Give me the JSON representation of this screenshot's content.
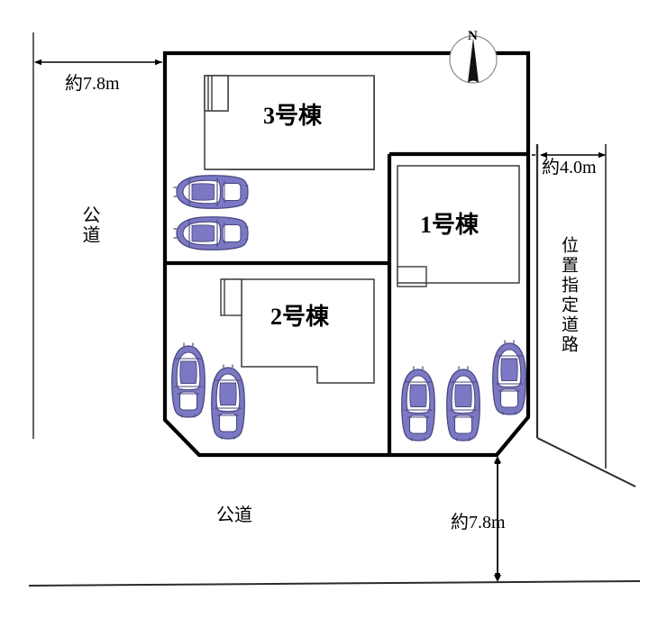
{
  "diagram": {
    "type": "site-plan",
    "title_present": false,
    "colors": {
      "car_body": "#7b78c4",
      "car_body_light": "#8e8bd0",
      "car_outline": "#4a4880",
      "boundary": "#000000",
      "building_outline": "#333333",
      "background": "#ffffff"
    }
  },
  "compass": {
    "label": "N",
    "name": "north-arrow"
  },
  "dimensions": {
    "left_width": "約7.8m",
    "right_road_width": "約4.0m",
    "bottom_depth": "約7.8m"
  },
  "roads": {
    "left_label": "公道",
    "bottom_label": "公道",
    "right_label": "位置指定道路"
  },
  "buildings": [
    {
      "id": "bldg-3",
      "number": "3",
      "suffix": "号棟",
      "label": "3号棟"
    },
    {
      "id": "bldg-1",
      "number": "1",
      "suffix": "号棟",
      "label": "1号棟"
    },
    {
      "id": "bldg-2",
      "number": "2",
      "suffix": "号棟",
      "label": "2号棟"
    }
  ],
  "parking": {
    "lot3_cars": 2,
    "lot2_cars": 2,
    "lot1_cars": 3,
    "total_cars": 7
  }
}
